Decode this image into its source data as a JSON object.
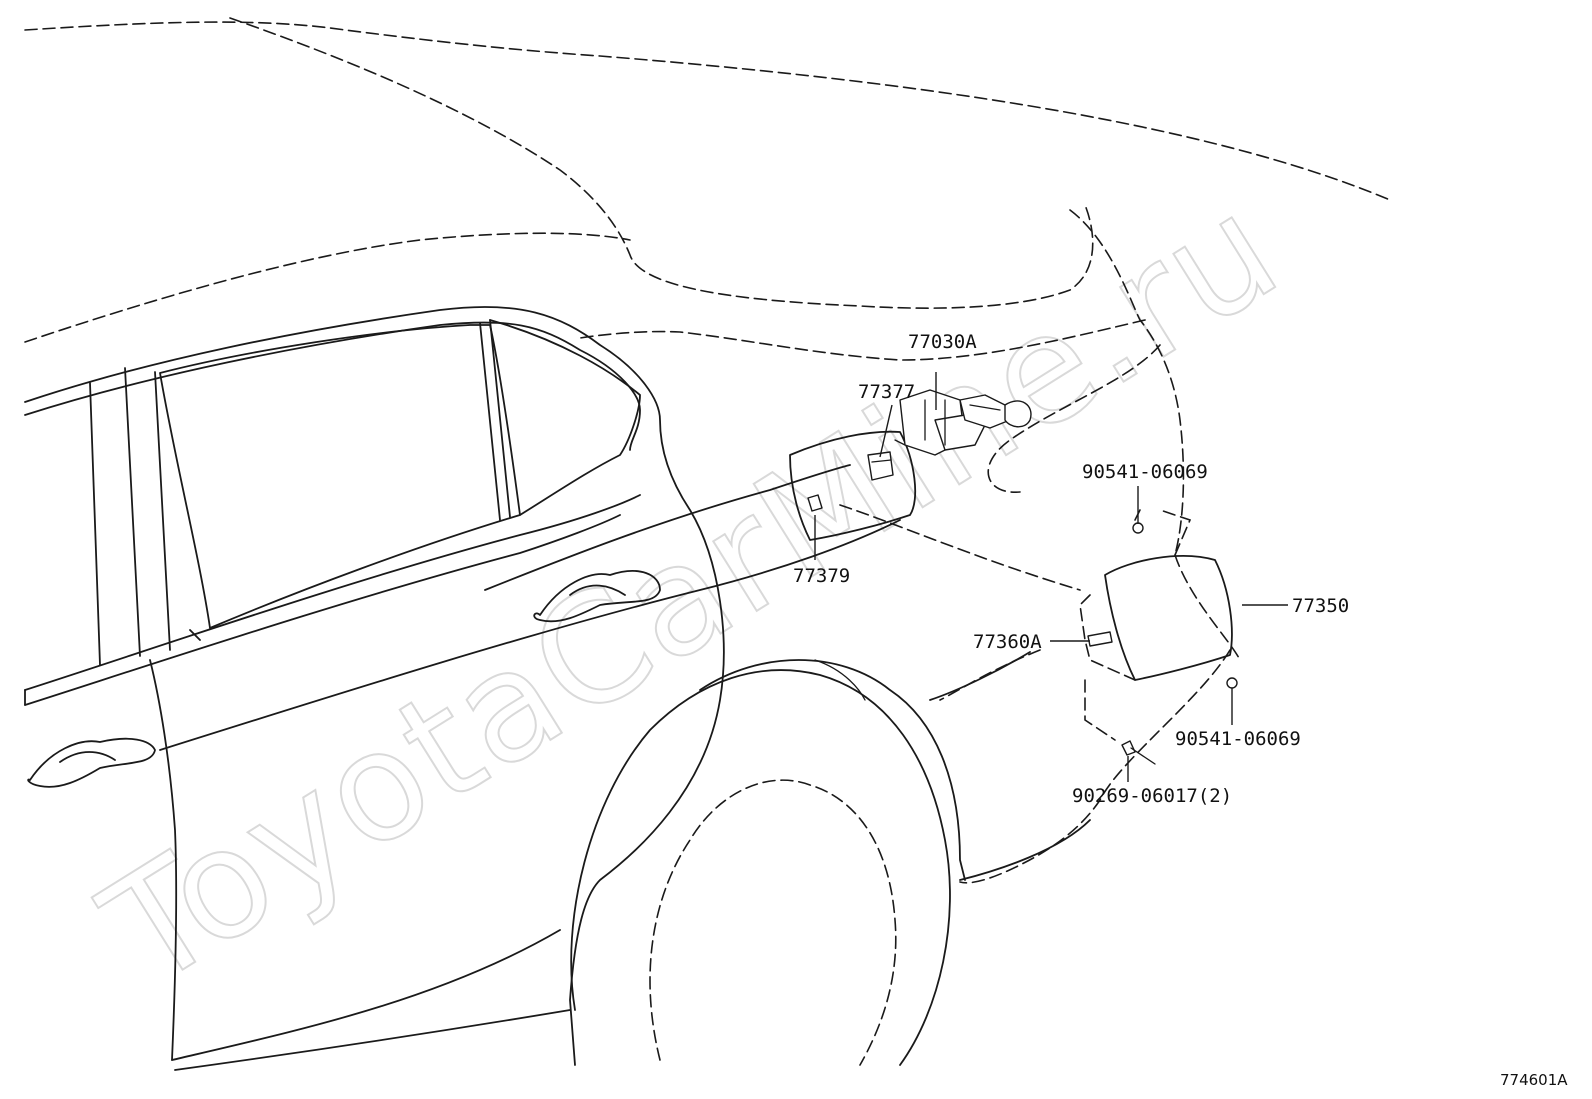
{
  "watermark": "ToyotaCarMine.ru",
  "diagram_code": "774601A",
  "labels": {
    "lock_assembly": "77030A",
    "guide": "77377",
    "bumper": "77379",
    "fuel_lid": "77350",
    "hinge": "77360A",
    "screw_upper": "90541-06069",
    "screw_lower": "90541-06069",
    "pin": "90269-06017(2)"
  }
}
